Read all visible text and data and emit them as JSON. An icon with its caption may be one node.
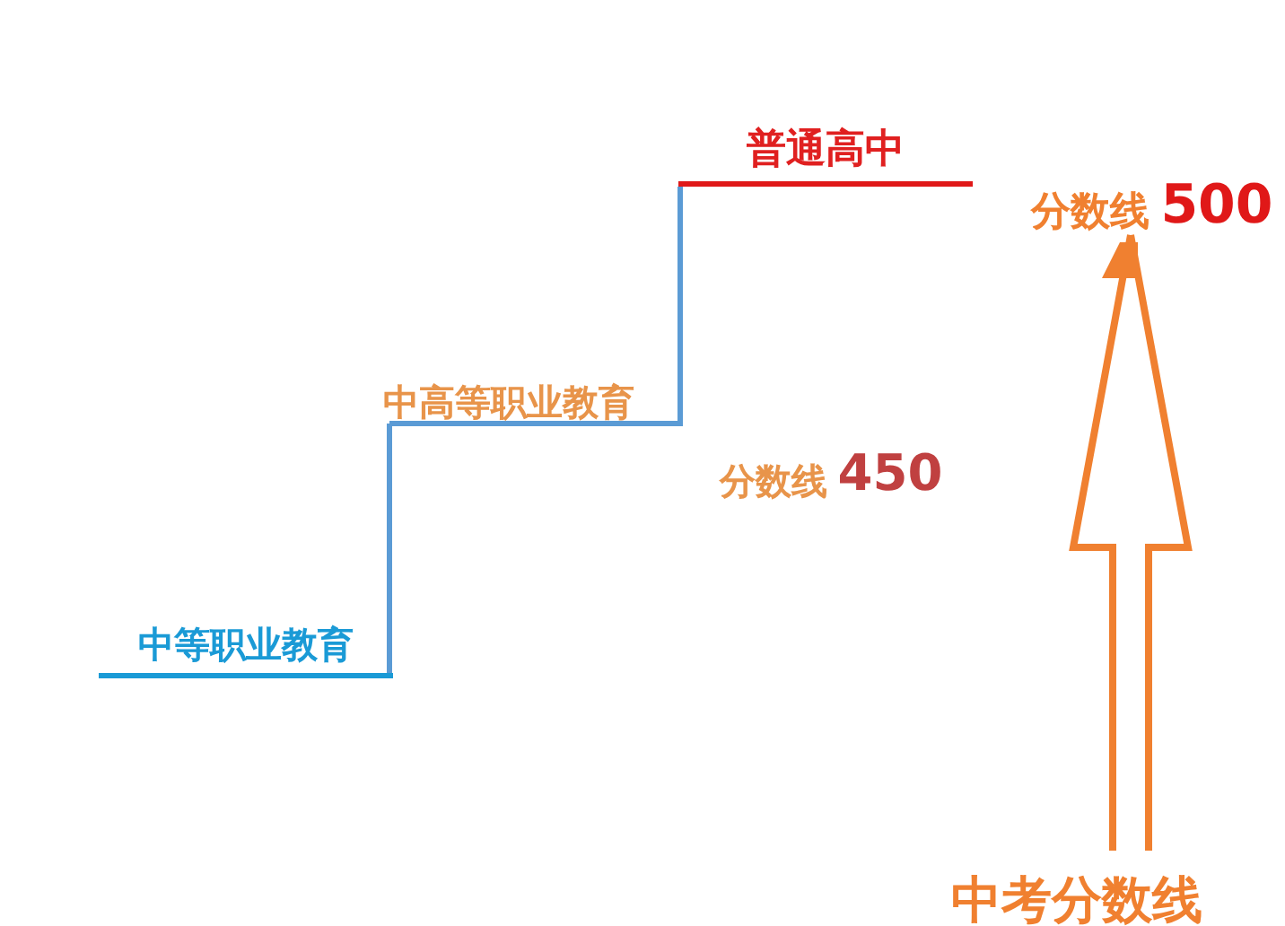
{
  "diagram": {
    "nodes": [
      {
        "text": [
          "普通高中"
        ]
      },
      {
        "text": [
          "中高等职业教育"
        ]
      },
      {
        "text": [
          "中等职业教育"
        ]
      },
      {
        "text": [
          "分数线",
          "500"
        ]
      },
      {
        "text": [
          "分数线",
          "450"
        ]
      },
      {
        "text": [
          "中考分数线"
        ]
      }
    ],
    "edges": [
      {
        "from": 0,
        "to": 1,
        "arrow": "none"
      },
      {
        "from": 1,
        "to": 2,
        "arrow": "none"
      },
      {
        "from": 5,
        "to": 3,
        "arrow": "to",
        "color": "#f08030"
      }
    ]
  }
}
